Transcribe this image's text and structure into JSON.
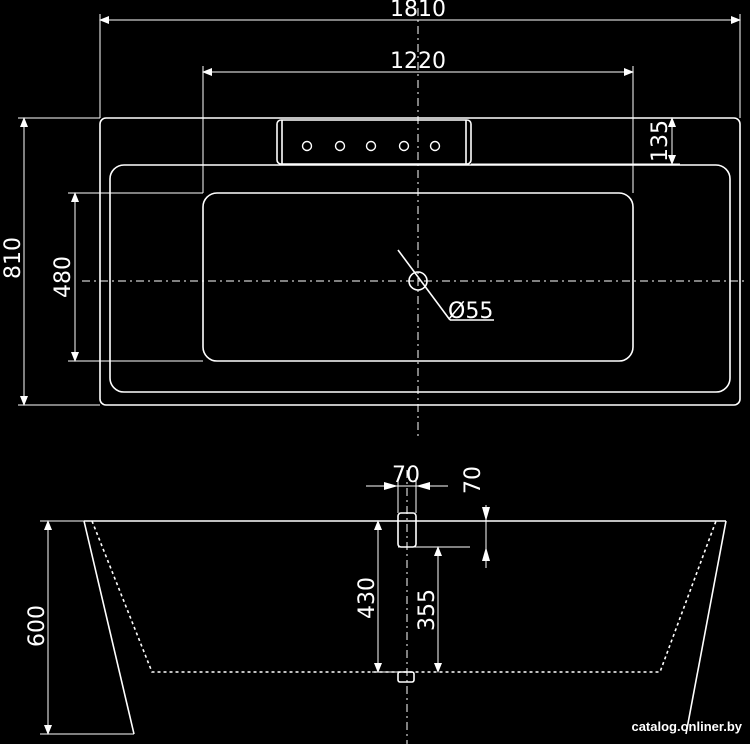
{
  "plan_view": {
    "dim_total_length": "1810",
    "dim_inner_length": "1220",
    "dim_total_width": "810",
    "dim_inner_width": "480",
    "dim_panel_depth": "135",
    "dim_drain": "Ø55"
  },
  "side_view": {
    "dim_overflow_width": "70",
    "dim_overflow_height": "70",
    "dim_inner_depth": "430",
    "dim_water_level": "355",
    "dim_total_height": "600"
  },
  "watermark": "catalog.onliner.by"
}
